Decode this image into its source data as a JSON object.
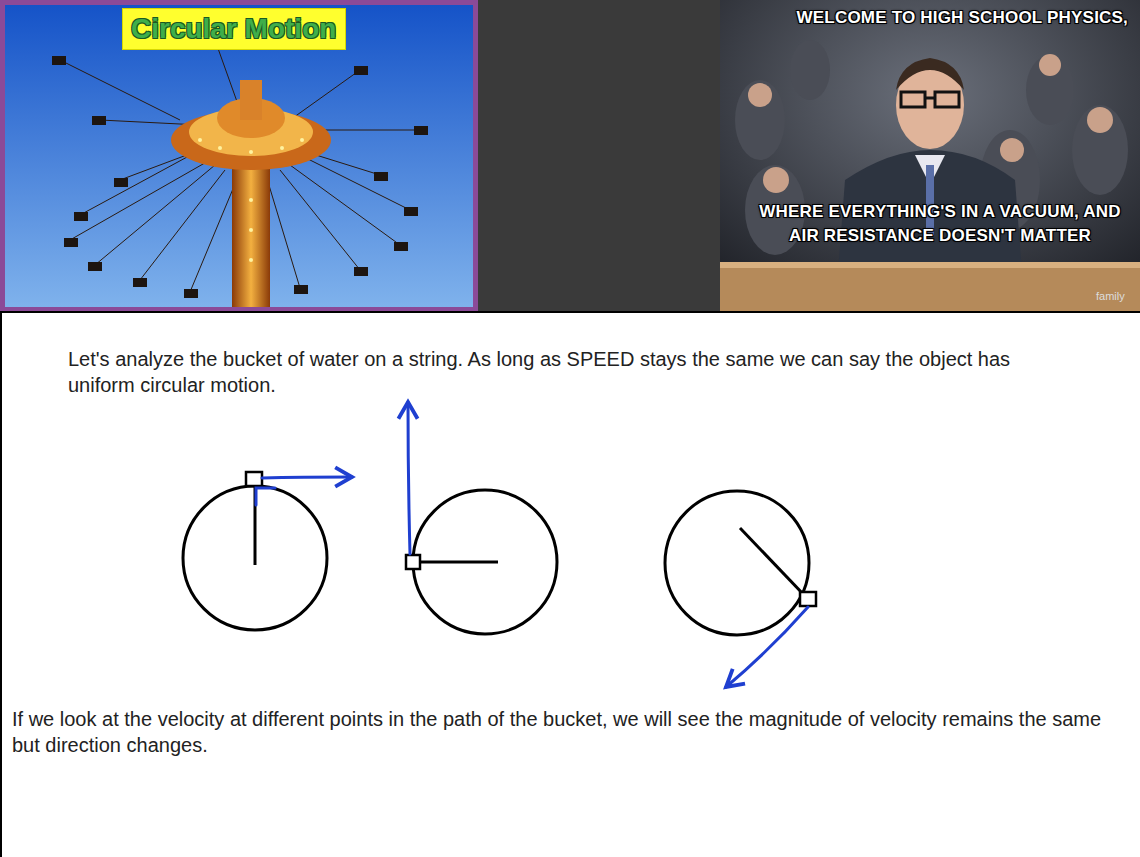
{
  "diagram": {
    "nodes": [
      {
        "text": [
          "Circular Motion"
        ]
      }
    ],
    "labels": [
      "WELCOME TO HIGH SCHOOL PHYSICS,",
      "WHERE EVERYTHING'S IN A VACUUM, AND AIR RESISTANCE DOESN'T MATTER",
      "family",
      "Let's analyze the bucket of water on a string. As long as SPEED stays the same we can say the object has uniform circular motion.",
      "If we look at the velocity at different points in the path of the bucket, we will see the magnitude of velocity remains the same but direction changes."
    ]
  }
}
